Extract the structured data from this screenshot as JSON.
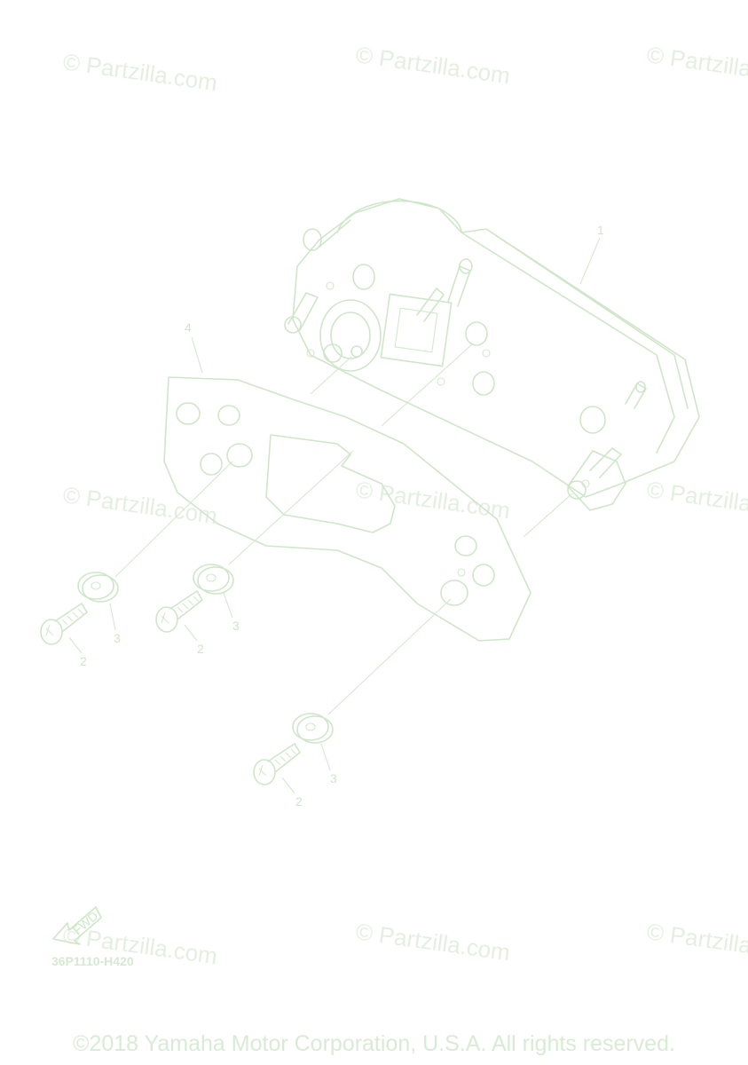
{
  "watermark_text": "© Partzilla.com",
  "callouts": {
    "meter_assembly": "1",
    "bracket": "4",
    "screw_left": "2",
    "washer_left": "3",
    "screw_middle": "2",
    "washer_middle": "3",
    "screw_bottom": "2",
    "washer_bottom": "3"
  },
  "fwd_label": "FWD",
  "diagram_code": "36P1110-H420",
  "copyright": "©2018 Yamaha Motor Corporation, U.S.A. All rights reserved.",
  "colors": {
    "line": "#cfe6c9",
    "watermark": "#e4efe1"
  }
}
